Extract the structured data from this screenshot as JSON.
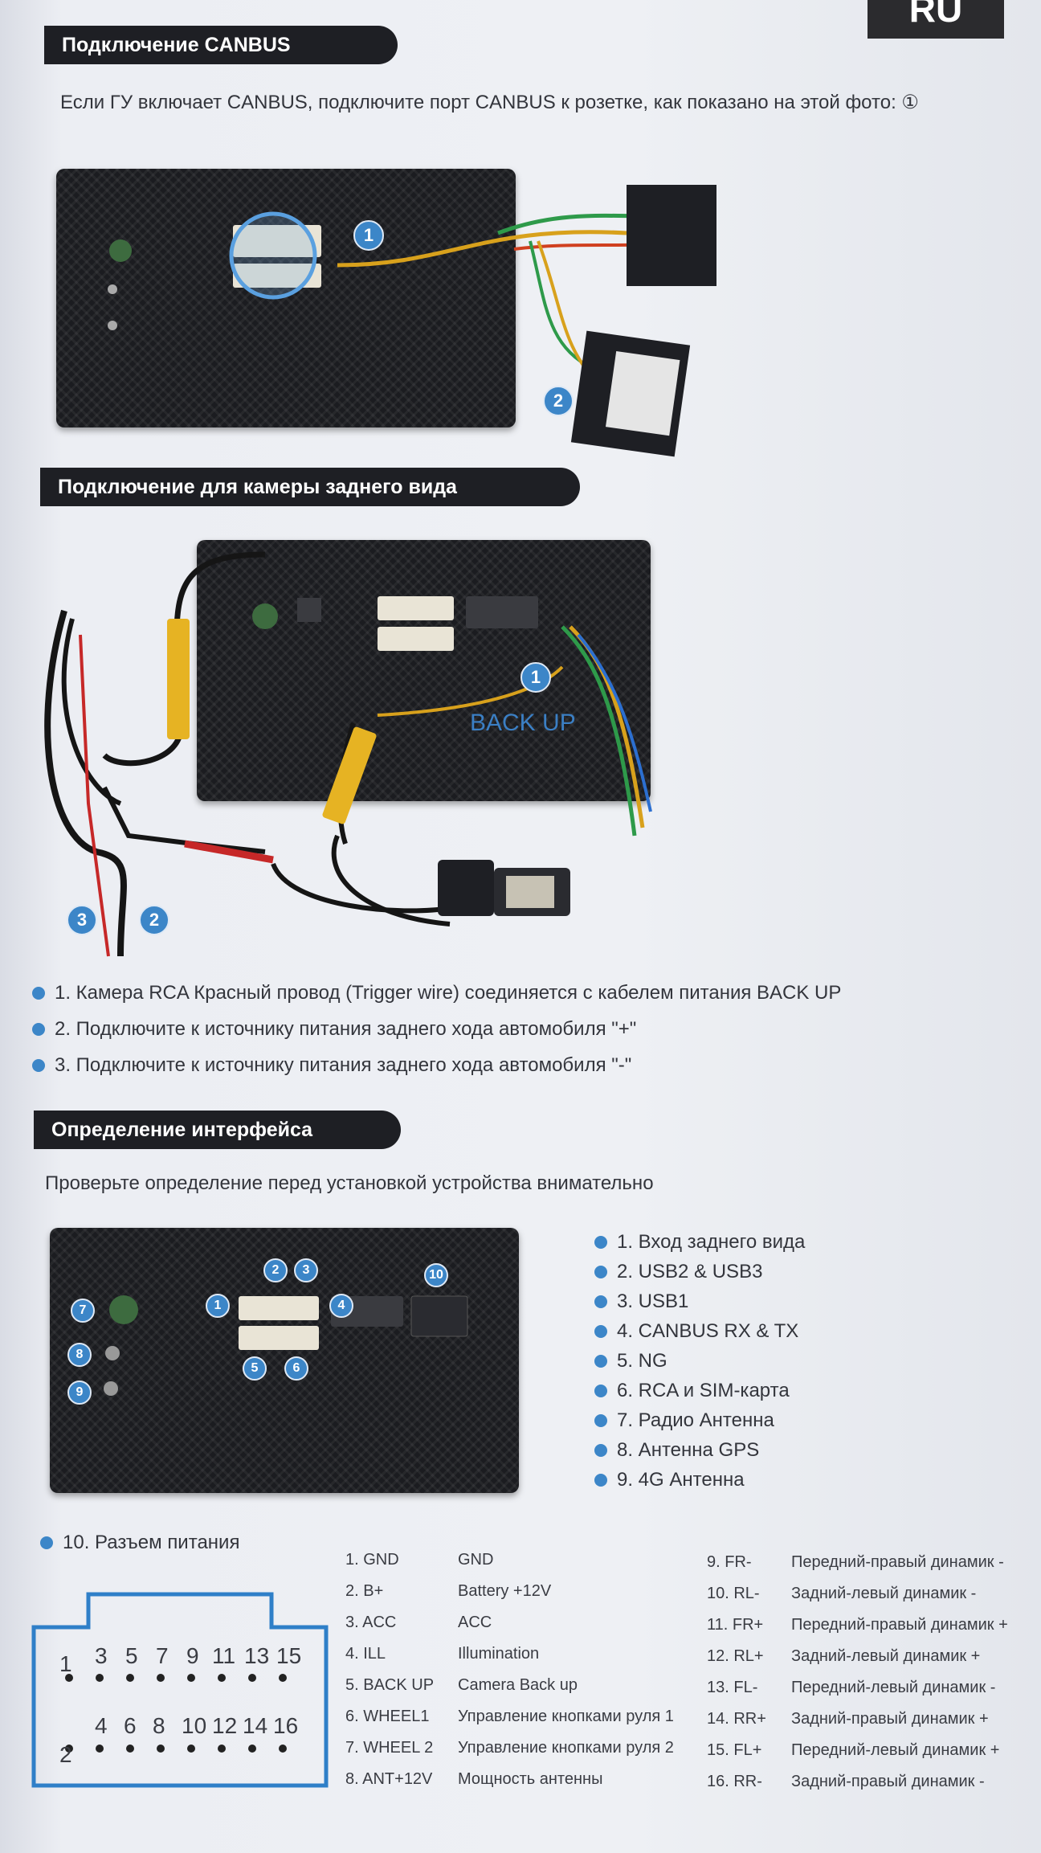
{
  "lang_tab": "RU",
  "canbus": {
    "heading": "Подключение CANBUS",
    "text": "Если ГУ включает CANBUS, подключите порт CANBUS к розетке, как показано на этой фото: ①",
    "badges": [
      "1",
      "2"
    ]
  },
  "camera": {
    "heading": "Подключение для камеры заднего вида",
    "backup_label": "BACK UP",
    "badges": [
      "1",
      "2",
      "3"
    ],
    "notes": [
      "1. Камера RCA Красный провод (Trigger wire) соединяется с кабелем питания BACK UP",
      "2. Подключите к источнику питания заднего хода автомобиля \"+\"",
      "3. Подключите к источнику питания заднего хода автомобиля \"-\""
    ]
  },
  "interface": {
    "heading": "Определение интерфейса",
    "text": "Проверьте определение перед установкой устройства внимательно",
    "badges": [
      "1",
      "2",
      "3",
      "4",
      "5",
      "6",
      "7",
      "8",
      "9",
      "10"
    ],
    "items": [
      "1. Вход заднего вида",
      "2. USB2 & USB3",
      "3. USB1",
      "4. CANBUS RX & TX",
      "5. NG",
      "6. RCA и SIM-карта",
      "7. Радио Антенна",
      "8. Антенна GPS",
      "9. 4G Антенна"
    ],
    "power_label": "10. Разъем питания",
    "connector_top": [
      "1",
      "3",
      "5",
      "7",
      "9",
      "11",
      "13",
      "15"
    ],
    "connector_bottom": [
      "2",
      "4",
      "6",
      "8",
      "10",
      "12",
      "14",
      "16"
    ],
    "pins_left": [
      {
        "pin": "1. GND",
        "desc": "GND"
      },
      {
        "pin": "2. B+",
        "desc": "Battery +12V"
      },
      {
        "pin": "3. ACC",
        "desc": "ACC"
      },
      {
        "pin": "4. ILL",
        "desc": "Illumination"
      },
      {
        "pin": "5. BACK UP",
        "desc": "Camera Back up"
      },
      {
        "pin": "6. WHEEL1",
        "desc": "Управление кнопками руля 1"
      },
      {
        "pin": "7. WHEEL 2",
        "desc": "Управление кнопками руля 2"
      },
      {
        "pin": "8. ANT+12V",
        "desc": "Мощность антенны"
      }
    ],
    "pins_right": [
      {
        "pin": "9. FR-",
        "desc": "Передний-правый динамик -"
      },
      {
        "pin": "10. RL-",
        "desc": "Задний-левый динамик -"
      },
      {
        "pin": "11. FR+",
        "desc": "Передний-правый динамик +"
      },
      {
        "pin": "12. RL+",
        "desc": "Задний-левый динамик +"
      },
      {
        "pin": "13. FL-",
        "desc": "Передний-левый динамик -"
      },
      {
        "pin": "14. RR+",
        "desc": "Задний-правый динамик +"
      },
      {
        "pin": "15. FL+",
        "desc": "Передний-левый динамик +"
      },
      {
        "pin": "16. RR-",
        "desc": "Задний-правый динамик -"
      }
    ]
  }
}
